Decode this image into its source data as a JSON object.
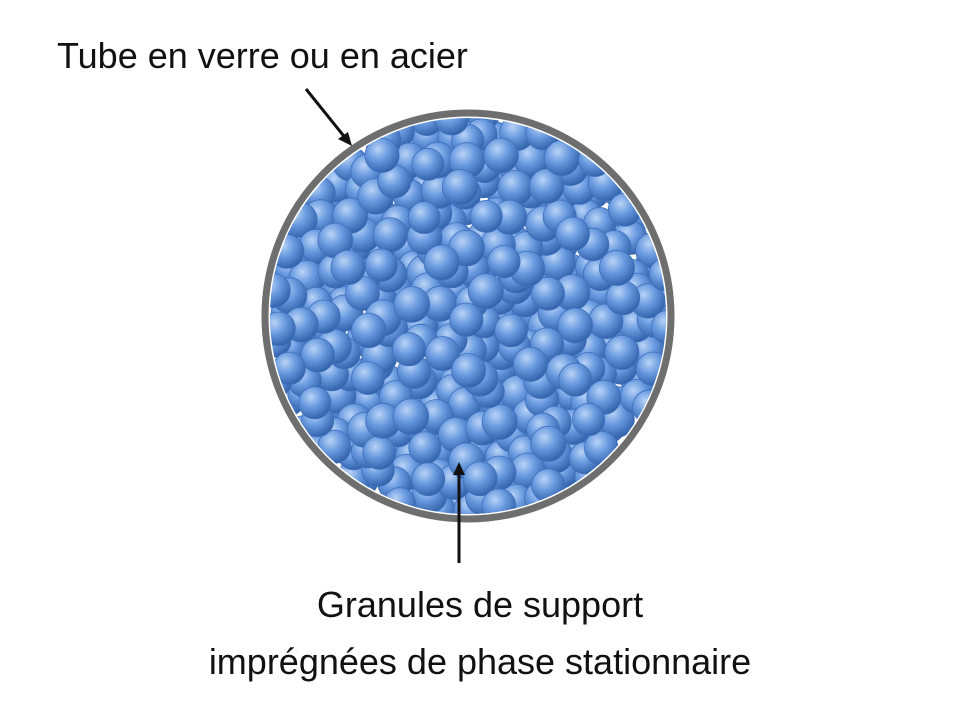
{
  "labels": {
    "tube": "Tube en verre ou en acier",
    "granules_line1": "Granules de support",
    "granules_line2": "imprégnées de phase stationnaire"
  },
  "colors": {
    "background": "#ffffff",
    "tube_wall": "#6e6e6e",
    "tube_fill": "#ffffff",
    "granule_fill": "#5b8ed9",
    "granule_highlight": "#a9c7f2",
    "granule_shadow": "#2f5fa8",
    "arrow": "#111111",
    "text": "#111111"
  }
}
